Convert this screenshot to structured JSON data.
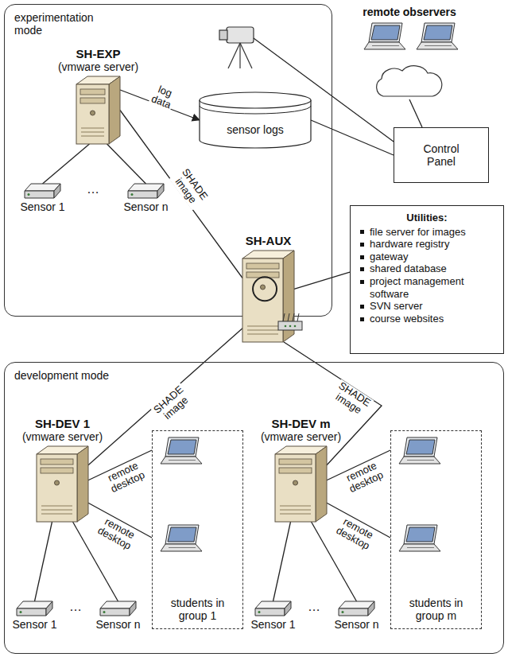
{
  "diagram": {
    "nodes": [
      {
        "text": [
          "experimentation mode"
        ]
      },
      {
        "text": [
          "SH-EXP",
          "(vmware server)"
        ],
        "in": 0
      },
      {
        "text": [
          "sensor logs"
        ],
        "in": 0
      },
      {
        "text": [
          "Sensor 1"
        ],
        "in": 0
      },
      {
        "text": [
          "Sensor n"
        ],
        "in": 0
      },
      {
        "text": [
          "remote observers"
        ]
      },
      {
        "text": [
          "Control Panel"
        ]
      },
      {
        "text": [
          "SH-AUX"
        ]
      },
      {
        "text": [
          "Utilities:",
          "file server for images",
          "hardware registry",
          "gateway",
          "shared database",
          "project management software",
          "SVN server",
          "course websites"
        ]
      },
      {
        "text": [
          "development mode"
        ]
      },
      {
        "text": [
          "SH-DEV 1",
          "(vmware server)"
        ],
        "in": 9
      },
      {
        "text": [
          "students in group 1"
        ],
        "in": 9
      },
      {
        "text": [
          "Sensor 1"
        ],
        "in": 9
      },
      {
        "text": [
          "Sensor n"
        ],
        "in": 9
      },
      {
        "text": [
          "SH-DEV m",
          "(vmware server)"
        ],
        "in": 9
      },
      {
        "text": [
          "students in group m"
        ],
        "in": 9
      },
      {
        "text": [
          "Sensor 1"
        ],
        "in": 9
      },
      {
        "text": [
          "Sensor n"
        ],
        "in": 9
      }
    ],
    "edges": [
      {
        "from": 1,
        "to": 2,
        "arrow": "to",
        "label": "log data"
      },
      {
        "from": 1,
        "to": 3,
        "arrow": "none"
      },
      {
        "from": 1,
        "to": 4,
        "arrow": "none"
      },
      {
        "from": 2,
        "to": 6,
        "arrow": "none"
      },
      {
        "from": 5,
        "to": 6,
        "arrow": "none"
      },
      {
        "from": 1,
        "to": 7,
        "arrow": "none",
        "label": "SHADE image"
      },
      {
        "from": 7,
        "to": 8,
        "arrow": "none"
      },
      {
        "from": 7,
        "to": 10,
        "arrow": "none",
        "label": "SHADE image"
      },
      {
        "from": 7,
        "to": 14,
        "arrow": "none",
        "label": "SHADE image"
      },
      {
        "from": 10,
        "to": 11,
        "arrow": "none",
        "label": "remote desktop"
      },
      {
        "from": 10,
        "to": 11,
        "arrow": "none",
        "label": "remote desktop"
      },
      {
        "from": 10,
        "to": 12,
        "arrow": "none"
      },
      {
        "from": 10,
        "to": 13,
        "arrow": "none"
      },
      {
        "from": 14,
        "to": 15,
        "arrow": "none",
        "label": "remote desktop"
      },
      {
        "from": 14,
        "to": 15,
        "arrow": "none",
        "label": "remote desktop"
      },
      {
        "from": 14,
        "to": 16,
        "arrow": "none"
      },
      {
        "from": 14,
        "to": 17,
        "arrow": "none"
      }
    ],
    "labels": [
      "…",
      "…",
      "…"
    ]
  }
}
